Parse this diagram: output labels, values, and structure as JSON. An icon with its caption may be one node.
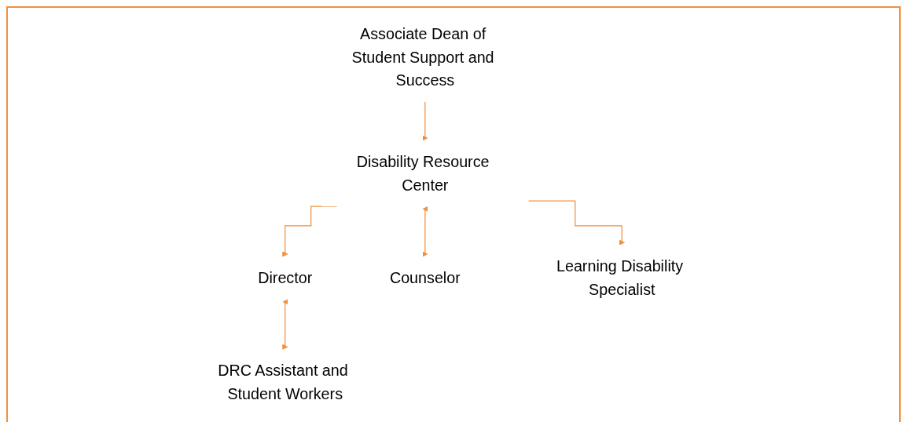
{
  "diagram": {
    "nodes": [
      {
        "text": [
          "Associate Dean of Student Support and Success"
        ]
      },
      {
        "text": [
          "Disability Resource Center"
        ]
      },
      {
        "text": [
          "Director"
        ]
      },
      {
        "text": [
          "Counselor"
        ]
      },
      {
        "text": [
          "Learning Disability Specialist"
        ]
      },
      {
        "text": [
          "DRC Assistant and Student Workers"
        ]
      }
    ],
    "edges": [
      {
        "from": 0,
        "to": 1,
        "arrow": "to"
      },
      {
        "from": 1,
        "to": 2,
        "arrow": "to"
      },
      {
        "from": 1,
        "to": 3,
        "arrow": "both"
      },
      {
        "from": 1,
        "to": 4,
        "arrow": "to"
      },
      {
        "from": 2,
        "to": 5,
        "arrow": "both"
      }
    ]
  }
}
